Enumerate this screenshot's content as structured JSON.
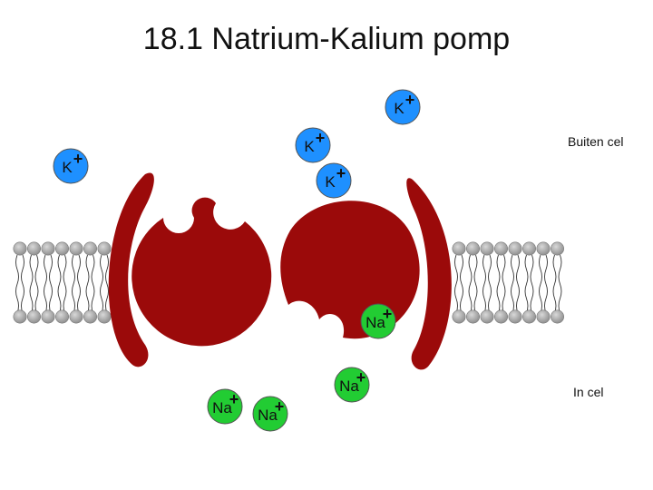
{
  "title": "18.1 Natrium-Kalium pomp",
  "labels": {
    "outside": "Buiten cel",
    "inside": "In cel"
  },
  "ions": {
    "potassium": {
      "symbol": "K",
      "charge": "+",
      "color": "#1e90ff"
    },
    "sodium": {
      "symbol": "Na",
      "charge": "+",
      "color": "#22cc33"
    }
  },
  "colors": {
    "protein": "#9b0a0a",
    "membrane_head": "#a6a6a6"
  }
}
